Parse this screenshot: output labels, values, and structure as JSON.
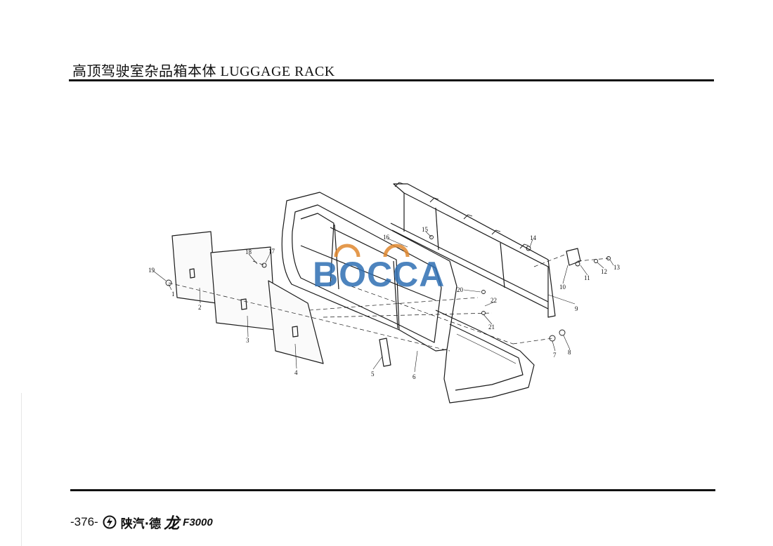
{
  "header": {
    "title": "高顶驾驶室杂品箱本体 LUGGAGE RACK"
  },
  "diagram": {
    "watermark": "BOCCA",
    "watermark_colors": {
      "fill": "#2f6fb3",
      "accent": "#e0882e"
    },
    "callouts": [
      "1",
      "2",
      "3",
      "4",
      "5",
      "6",
      "7",
      "8",
      "9",
      "10",
      "11",
      "12",
      "13",
      "14",
      "15",
      "16",
      "17",
      "18",
      "19",
      "20",
      "21",
      "22"
    ]
  },
  "footer": {
    "page_number": "-376-",
    "brand_name": "陕汽·德",
    "brand_series": "龙",
    "model": "F3000"
  }
}
